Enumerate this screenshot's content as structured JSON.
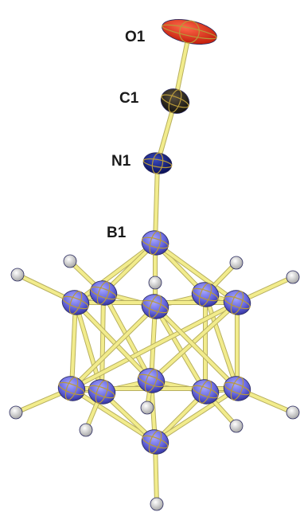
{
  "labels": {
    "o1": "O1",
    "c1": "C1",
    "n1": "N1",
    "b1": "B1"
  },
  "colors": {
    "oxygen": "#e0220f",
    "carbon": "#1d1a14",
    "nitrogen": "#101a7a",
    "boron": "#6a6ae0",
    "hydrogen": "#d8d8d8",
    "bond": "#f2ec8c",
    "ellipsoid_ring": "#b89a3a"
  }
}
